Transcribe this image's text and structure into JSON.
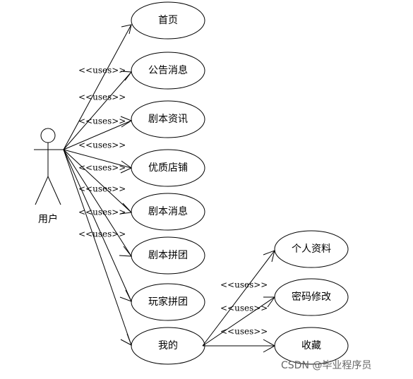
{
  "actor": {
    "label": "用户"
  },
  "use_cases": [
    {
      "label": "首页"
    },
    {
      "label": "公告消息"
    },
    {
      "label": "剧本资讯"
    },
    {
      "label": "优质店铺"
    },
    {
      "label": "剧本消息"
    },
    {
      "label": "剧本拼团"
    },
    {
      "label": "玩家拼团"
    },
    {
      "label": "我的"
    },
    {
      "label": "个人资料"
    },
    {
      "label": "密码修改"
    },
    {
      "label": "收藏"
    }
  ],
  "relations": {
    "stereotype": "<<uses>>"
  },
  "watermark": {
    "text": "CSDN @毕业程序员"
  }
}
